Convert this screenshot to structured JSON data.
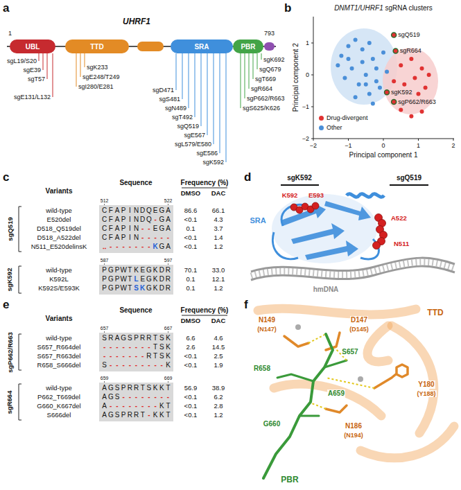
{
  "diagram": {
    "nodes": [
      {
        "text": [
          "UBL"
        ]
      },
      {
        "text": [
          "TTD"
        ]
      },
      {
        "text": [
          "SRA"
        ]
      },
      {
        "text": [
          "PBR"
        ]
      }
    ],
    "labels": [
      "a",
      "UHRF1",
      "1",
      "793",
      "sgL19/S20",
      "sgE39",
      "sgT57",
      "sgE131/L132",
      "sgK233",
      "sgE248/T249",
      "sgI280/E281",
      "sgD471",
      "sgS481",
      "sgN489",
      "sgT492",
      "sgQ519",
      "sgE567",
      "sgL579/E580",
      "sgE586",
      "sgK592",
      "sgK692",
      "sgQ679",
      "sgT669",
      "sgR664",
      "sgP662/R663",
      "sgS625/K626",
      "b",
      "DNMT1/UHRF1 sgRNA clusters",
      "−2",
      "−1",
      "0",
      "1",
      "2",
      "1",
      "0",
      "−1",
      "−2",
      "Principal component 1",
      "Principal component 2",
      "sgQ519",
      "sgR664",
      "sgK592",
      "sgP662/R663",
      "c",
      "Variants",
      "Sequence",
      "Frequency (%)",
      "DMSO",
      "DAC",
      "sgQ519",
      "512",
      "522",
      "wild-type",
      "CFAPINDQEGA",
      "86.6",
      "66.1",
      "E520del",
      "CFAPINDQ-GA",
      "<0.1",
      "4.3",
      "D518_Q519del",
      "CFAPIN--EGA",
      "0.1",
      "3.7",
      "D518_A522del",
      "CFAPIN-----",
      "<0.1",
      "1.4",
      "N511_E520delinsK",
      "‥-------KGA",
      "<0.1",
      "1.2",
      "sgK592",
      "587",
      "597",
      "wild-type",
      "PGPWTKEGKDR",
      "70.1",
      "33.0",
      "K592L",
      "PGPWTLEGKDR",
      "0.1",
      "12.1",
      "K592S/E593K",
      "PGPWTSKGKDR",
      "0.1",
      "1.2",
      "d",
      "sgK592",
      "K592",
      "E593",
      "sgQ519",
      "A522",
      "N511",
      "SRA",
      "hmDNA",
      "e",
      "Variants",
      "Sequence",
      "Frequency (%)",
      "DMSO",
      "DAC",
      "sgP662/R663",
      "657",
      "667",
      "wild-type",
      "SRAGSPRRTSK",
      "6.6",
      "4.6",
      "S657_R664del",
      "--------TSK",
      "2.6",
      "14.5",
      "S657_R663del",
      "-------RTSK",
      "<0.1",
      "2.5",
      "R658_S666del",
      "S---------K",
      "<0.1",
      "1.9",
      "sgR664",
      "659",
      "669",
      "wild-type",
      "AGSPRRTSKKT",
      "56.9",
      "38.9",
      "P662_T669del",
      "AGS--------",
      "<0.1",
      "6.2",
      "G660_K667del",
      "A--------KT",
      "<0.1",
      "2.8",
      "S666del",
      "AGSPRRT-KKT",
      "<0.1",
      "1.2",
      "f",
      "N149",
      "(N147)",
      "D147",
      "(D145)",
      "S657",
      "R658",
      "Y180",
      "(Y188)",
      "A659",
      "G660",
      "N186",
      "(N194)",
      "TTD",
      "PBR"
    ],
    "legend": [
      {
        "text": "Drug-divergent",
        "color": "#e03232"
      },
      {
        "text": "Other",
        "color": "#4a8fd8"
      }
    ]
  }
}
